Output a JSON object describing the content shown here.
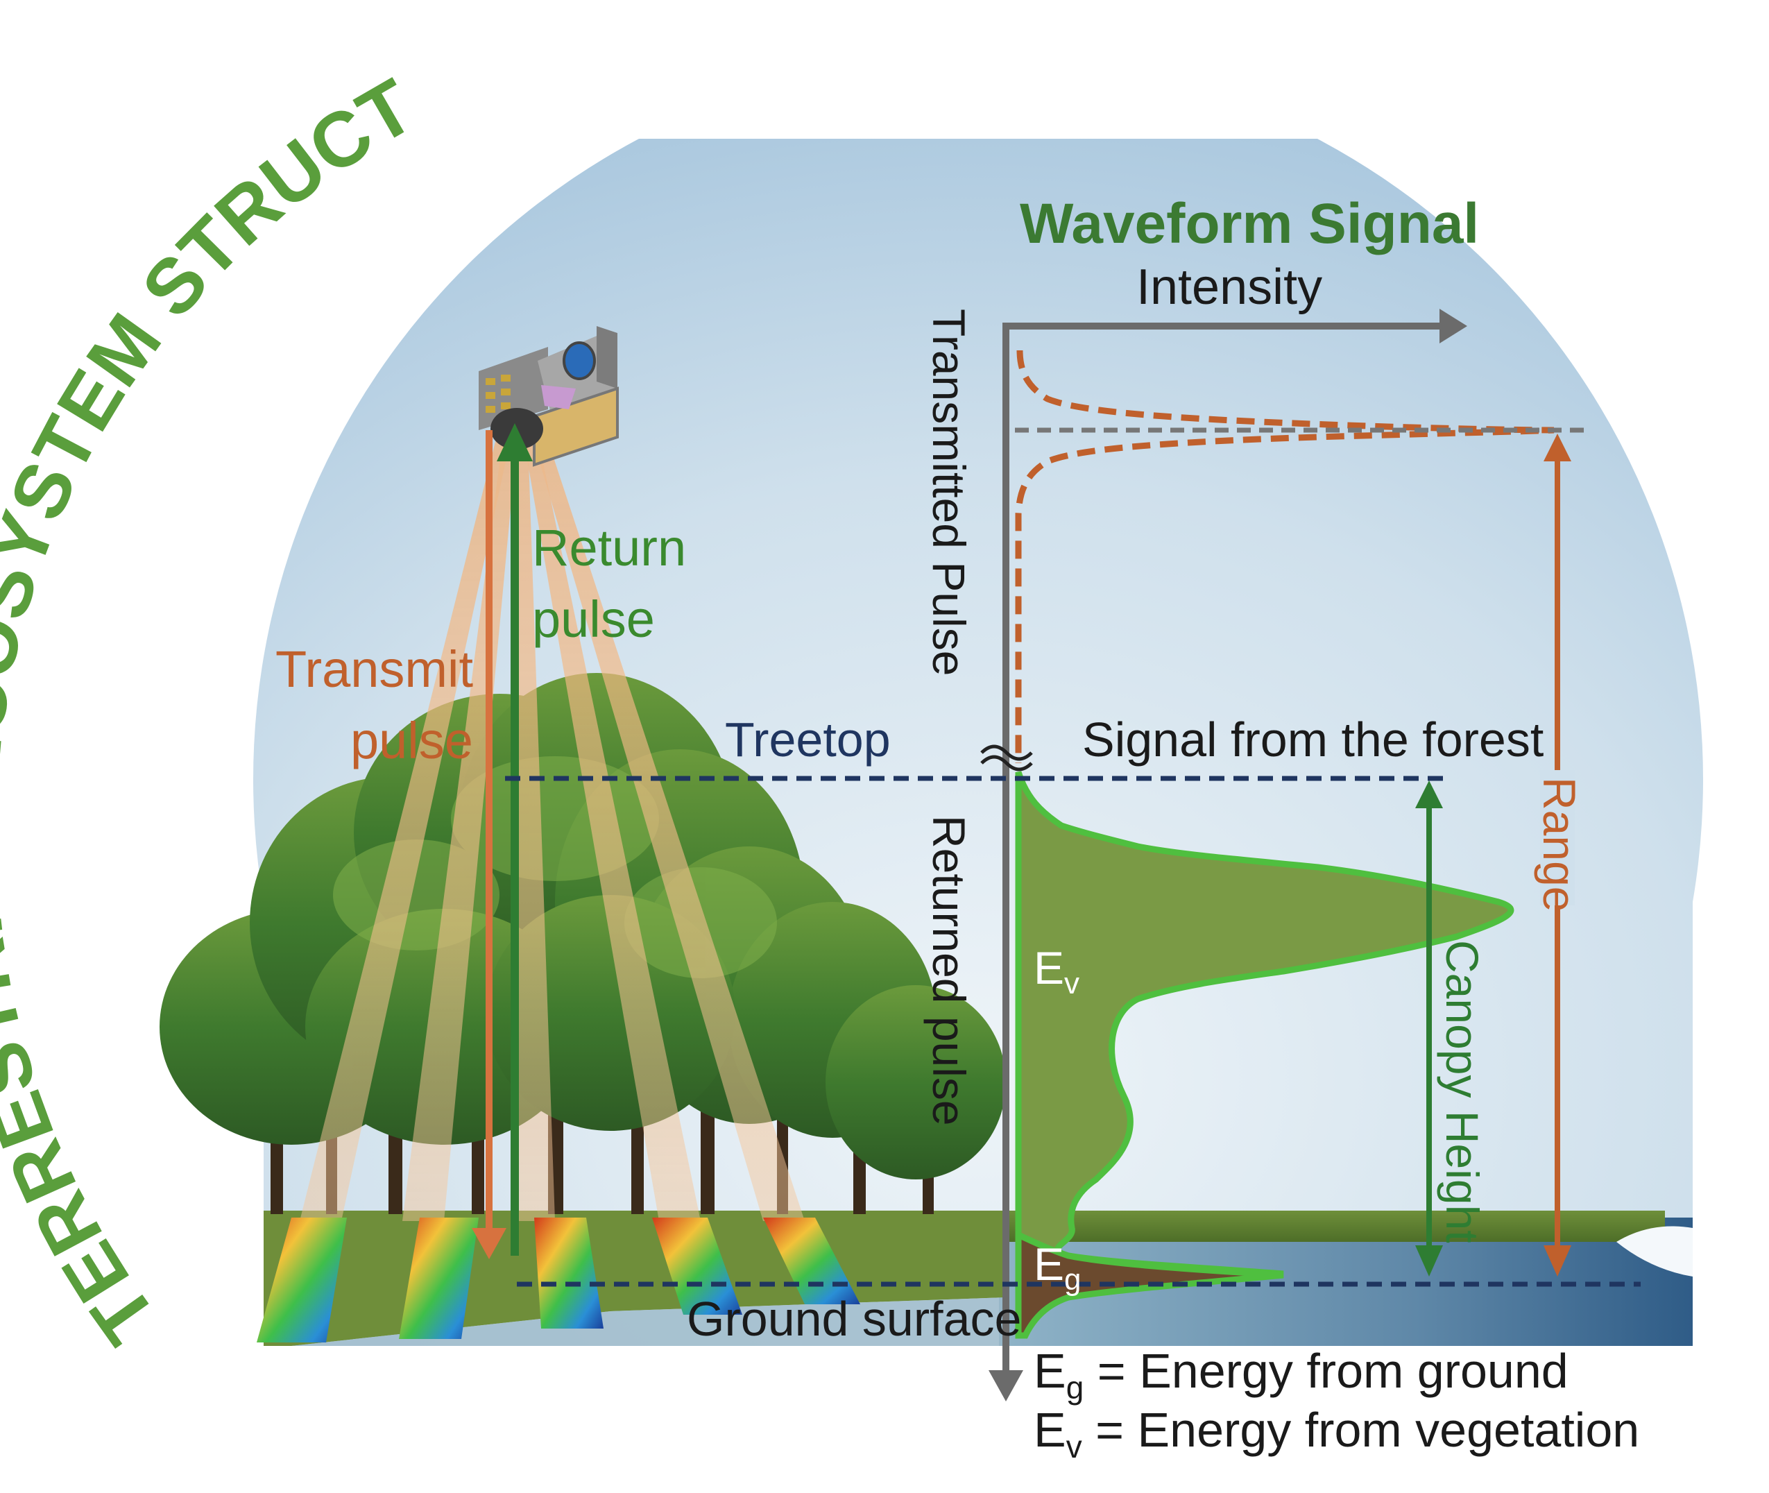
{
  "header": {
    "title": "TERRESTRIAL ECOSYSTEM STRUCTURE",
    "title_color": "#5a9e3c"
  },
  "beams": {
    "transmit_label_1": "Transmit",
    "transmit_label_2": "pulse",
    "return_label_1": "Return",
    "return_label_2": "pulse"
  },
  "levels": {
    "treetop": "Treetop",
    "ground_surface": "Ground surface"
  },
  "waveform": {
    "title": "Waveform Signal",
    "x_axis_label": "Intensity",
    "transmitted_pulse_label": "Transmitted Pulse",
    "returned_pulse_label": "Returned pulse",
    "forest_signal_label": "Signal from the forest",
    "range_label": "Range",
    "canopy_height_label": "Canopy Height",
    "ev_symbol": "E",
    "ev_sub": "v",
    "eg_symbol": "E",
    "eg_sub": "g"
  },
  "legend": {
    "eg_symbol": "E",
    "eg_sub": "g",
    "eg_text": " = Energy from ground",
    "ev_symbol": "E",
    "ev_sub": "v",
    "ev_text": " = Energy from vegetation"
  },
  "colors": {
    "orange": "#c0602c",
    "green_dark": "#2e7d32",
    "green_title": "#3b7a32",
    "navy": "#1f3560",
    "axis_gray": "#6b6b6b",
    "waveform_fill": "#7a9a45",
    "waveform_edge": "#4fbf3f",
    "sky": "#c7dbea"
  }
}
